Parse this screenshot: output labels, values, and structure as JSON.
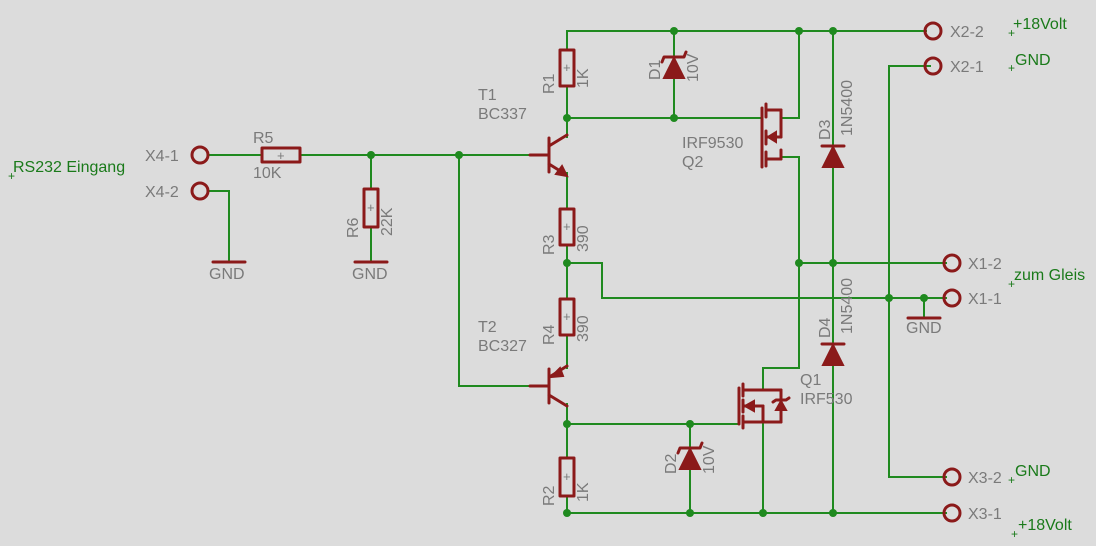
{
  "labels": {
    "x4_1": "X4-1",
    "x4_2": "X4-2",
    "x2_2": "X2-2",
    "x2_1": "X2-1",
    "x1_2": "X1-2",
    "x1_1": "X1-1",
    "x3_2": "X3-2",
    "x3_1": "X3-1",
    "rs232": "RS232 Eingang",
    "v18_top": "+18Volt",
    "gnd_top": "GND",
    "zum_gleis": "zum Gleis",
    "gnd_bot": "GND",
    "v18_bot": "+18Volt",
    "gnd_x4": "GND",
    "gnd_r6": "GND",
    "gnd_x1": "GND",
    "r5": "R5",
    "r5_val": "10K",
    "r6": "R6",
    "r6_val": "22K",
    "r1": "R1",
    "r1_val": "1K",
    "r3": "R3",
    "r3_val": "390",
    "r4": "R4",
    "r4_val": "390",
    "r2": "R2",
    "r2_val": "1K",
    "d1": "D1",
    "d1_val": "10V",
    "d2": "D2",
    "d2_val": "10V",
    "d3": "D3",
    "d3_val": "1N5400",
    "d4": "D4",
    "d4_val": "1N5400",
    "t1": "T1",
    "t1_val": "BC337",
    "t2": "T2",
    "t2_val": "BC327",
    "q2_val": "IRF9530",
    "q2": "Q2",
    "q1": "Q1",
    "q1_val": "IRF530"
  },
  "colors": {
    "background": "#dcdcdc",
    "wire": "#1f8a1f",
    "component": "#8b1a1a",
    "label": "#7a7a7a",
    "net_label": "#1a7a1a"
  }
}
